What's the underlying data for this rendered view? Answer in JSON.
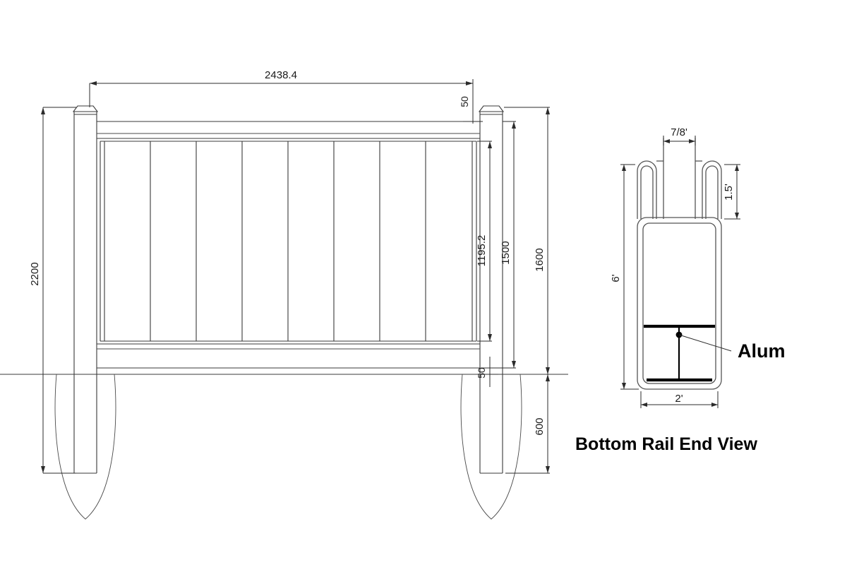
{
  "drawing": {
    "title_bottom_rail": "Bottom Rail End View",
    "alum_label": "Alum"
  },
  "elevation_view": {
    "dimensions": {
      "overall_width": "2438.4",
      "post_total_height": "2200",
      "rail_top_gap": "50",
      "picket_height": "1195.2",
      "rail_height_1500": "1500",
      "post_above_ground": "1600",
      "bottom_rail_offset": "50",
      "post_buried_depth": "600"
    }
  },
  "section_view": {
    "dimensions": {
      "slot_width": "7/8'",
      "slot_height": "1.5'",
      "body_height": "6'",
      "body_width": "2'"
    }
  },
  "colors": {
    "line": "#3a3a3a",
    "dimension": "#2b2b2b",
    "aluminum": "#000000",
    "background": "#ffffff"
  }
}
